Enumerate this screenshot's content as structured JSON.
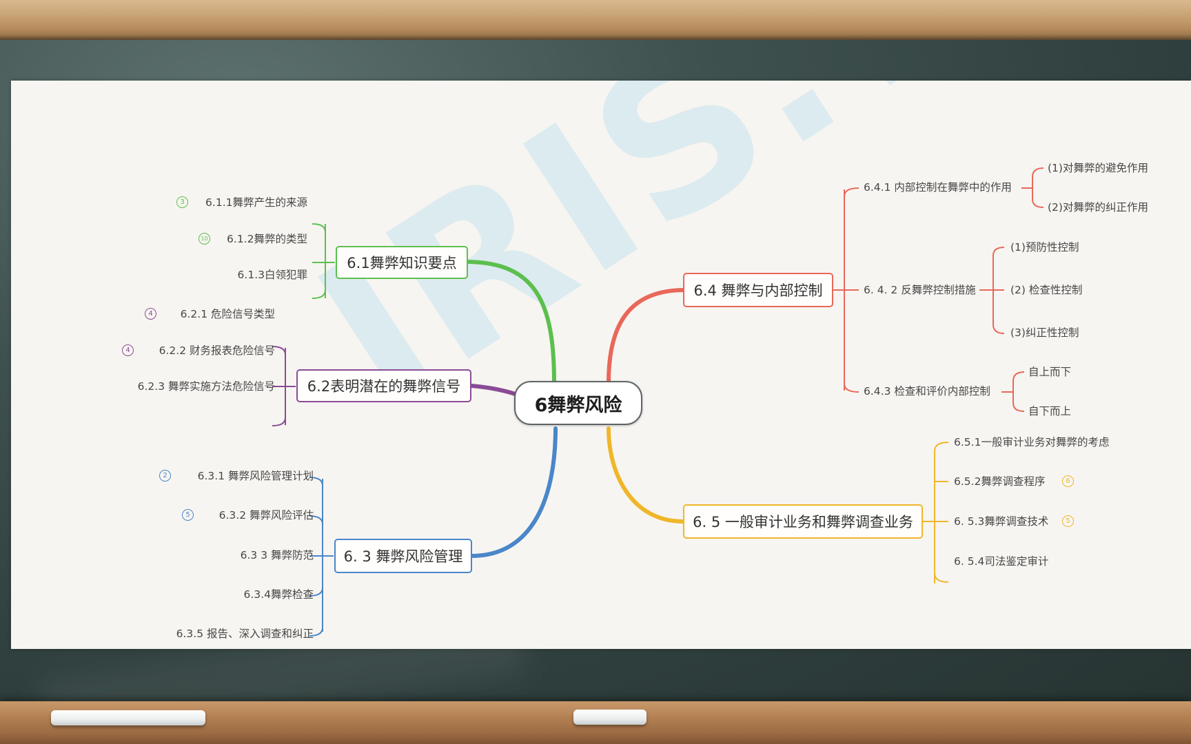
{
  "colors": {
    "root_border": "#5f6466",
    "branch_6_1": "#5cbf4e",
    "branch_6_2": "#8a4b96",
    "branch_6_3": "#4a86c9",
    "branch_6_4": "#e8685a",
    "branch_6_5": "#f0b62a",
    "watermark": "#96d2e8"
  },
  "watermark": "IRIS.W",
  "root": {
    "label": "6舞弊风险"
  },
  "branches": {
    "b61": {
      "label": "6.1舞弊知识要点",
      "items": [
        {
          "label": "6.1.1舞弊产生的来源",
          "badge": "3"
        },
        {
          "label": "6.1.2舞弊的类型",
          "badge": "10"
        },
        {
          "label": "6.1.3白领犯罪",
          "badge": ""
        }
      ]
    },
    "b62": {
      "label": "6.2表明潜在的舞弊信号",
      "items": [
        {
          "label": "6.2.1 危险信号类型",
          "badge": "4"
        },
        {
          "label": "6.2.2 财务报表危险信号",
          "badge": "4"
        },
        {
          "label": "6.2.3 舞弊实施方法危险信号",
          "badge": ""
        }
      ]
    },
    "b63": {
      "label": "6. 3 舞弊风险管理",
      "items": [
        {
          "label": "6.3.1 舞弊风险管理计划",
          "badge": "2"
        },
        {
          "label": "6.3.2 舞弊风险评估",
          "badge": "5"
        },
        {
          "label": "6.3 3 舞弊防范",
          "badge": ""
        },
        {
          "label": "6.3.4舞弊检查",
          "badge": ""
        },
        {
          "label": "6.3.5 报告、深入调查和纠正",
          "badge": ""
        }
      ]
    },
    "b64": {
      "label": "6.4 舞弊与内部控制",
      "subs": [
        {
          "label": "6.4.1 内部控制在舞弊中的作用",
          "children": [
            "(1)对舞弊的避免作用",
            "(2)对舞弊的纠正作用"
          ]
        },
        {
          "label": "6. 4. 2 反舞弊控制措施",
          "children": [
            "(1)预防性控制",
            "(2) 检查性控制",
            "(3)纠正性控制"
          ]
        },
        {
          "label": "6.4.3 检查和评价内部控制",
          "children": [
            "自上而下",
            "自下而上"
          ]
        }
      ]
    },
    "b65": {
      "label": "6. 5 一般审计业务和舞弊调查业务",
      "items": [
        {
          "label": "6.5.1一般审计业务对舞弊的考虑",
          "badge": ""
        },
        {
          "label": "6.5.2舞弊调查程序",
          "badge": "6"
        },
        {
          "label": "6. 5.3舞弊调查技术",
          "badge": "5"
        },
        {
          "label": "6. 5.4司法鉴定审计",
          "badge": ""
        }
      ]
    }
  }
}
